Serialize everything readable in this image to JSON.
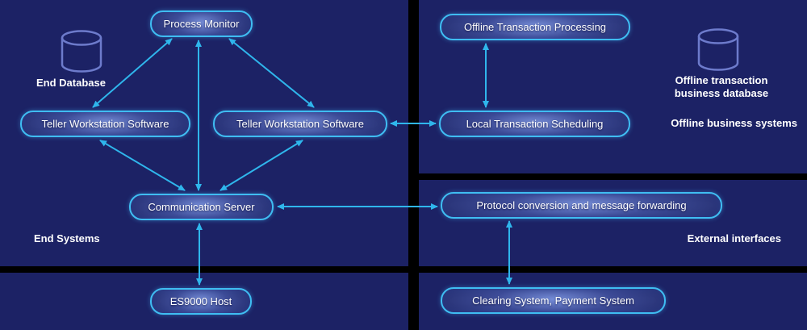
{
  "diagram": {
    "nodes": {
      "process_monitor": {
        "label": "Process Monitor"
      },
      "teller_left": {
        "label": "Teller Workstation Software"
      },
      "teller_right": {
        "label": "Teller Workstation Software"
      },
      "communication_server": {
        "label": "Communication Server"
      },
      "es9000_host": {
        "label": "ES9000 Host"
      },
      "offline_txn_processing": {
        "label": "Offline Transaction Processing"
      },
      "local_txn_scheduling": {
        "label": "Local Transaction Scheduling"
      },
      "protocol_conversion": {
        "label": "Protocol conversion and message forwarding"
      },
      "clearing_system": {
        "label": "Clearing System, Payment System"
      }
    },
    "labels": {
      "end_database": "End Database",
      "end_systems": "End Systems",
      "offline_db_line1": "Offline transaction",
      "offline_db_line2": "business database",
      "offline_business_systems": "Offline business systems",
      "external_interfaces": "External interfaces"
    },
    "colors": {
      "background": "#000000",
      "panel": "#1c2265",
      "node_border": "#3fbdf2",
      "node_fill": "#232c6e",
      "arrow": "#2fb6ec",
      "text": "#ffffff",
      "db_outline": "#6d7bcc"
    }
  }
}
